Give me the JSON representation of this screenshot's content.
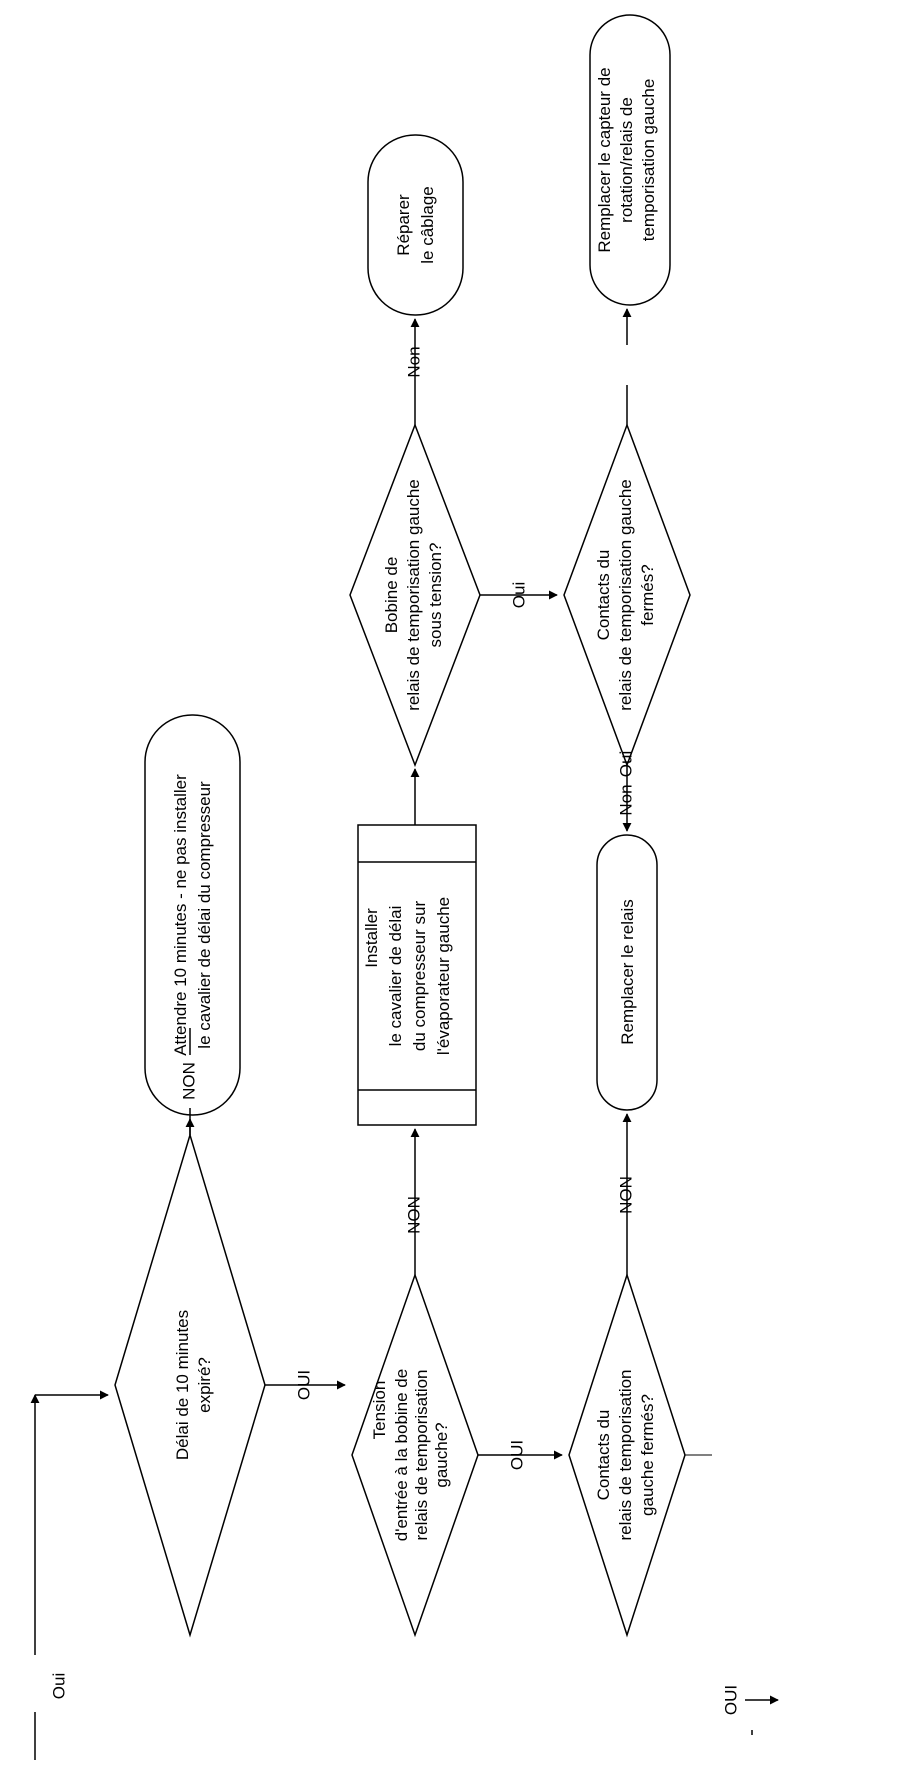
{
  "nodes": {
    "n1": {
      "lines": [
        "Délai de 10 minutes",
        "expiré?"
      ]
    },
    "n2": {
      "lines": [
        "Attendre 10 minutes - ne pas installer",
        "le cavalier de délai du compresseur"
      ]
    },
    "n3": {
      "lines": [
        "Tension",
        "d'entrée à la bobine de",
        "relais de temporisation",
        "gauche?"
      ]
    },
    "n4": {
      "lines": [
        "Installer",
        "le cavalier de délai",
        "du compresseur sur",
        "l'évaporateur gauche"
      ]
    },
    "n5": {
      "lines": [
        "Bobine de",
        "relais de temporisation gauche",
        "sous tension?"
      ]
    },
    "n6": {
      "lines": [
        "Réparer",
        "le câblage"
      ]
    },
    "n7": {
      "lines": [
        "Contacts du",
        "relais de temporisation gauche",
        "fermés?"
      ]
    },
    "n8": {
      "lines": [
        "Remplacer le capteur de",
        "rotation/relais de",
        "temporisation gauche"
      ]
    },
    "n9": {
      "lines": [
        "Contacts du",
        "relais de temporisation",
        "gauche fermés?"
      ]
    },
    "n10": {
      "lines": [
        "Remplacer le relais"
      ]
    }
  },
  "edges": {
    "e_start": "Oui",
    "e1_no": "NON",
    "e1_yes": "OUI",
    "e3_no": "NON",
    "e3_yes": "OUI",
    "e5_no": "Non",
    "e5_yes": "Oui",
    "e7_no": "Non",
    "e7_yes": "Oui",
    "e9_no": "NON",
    "e9_yes": "OUI"
  }
}
